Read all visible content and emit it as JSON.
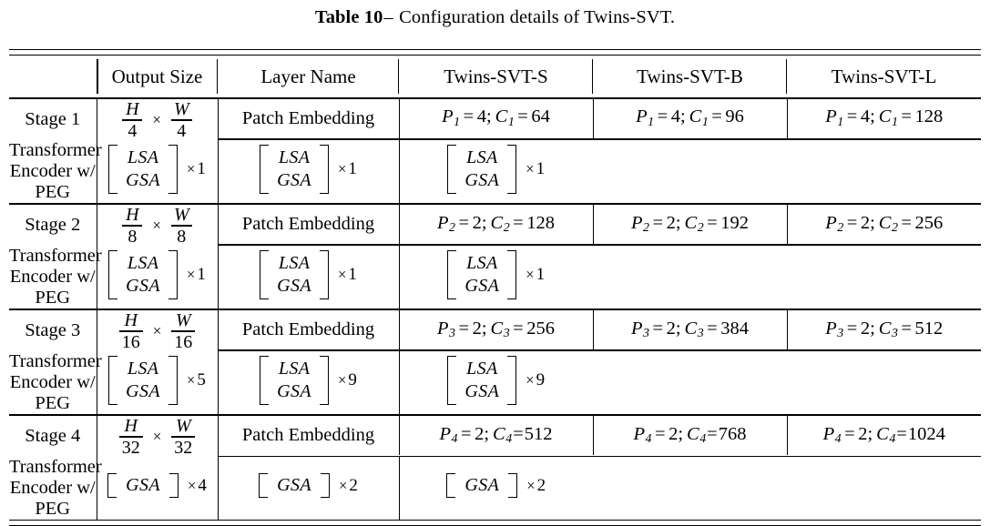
{
  "caption": {
    "number": "Table 10",
    "dash": "–",
    "text": "Configuration details of Twins-SVT."
  },
  "table": {
    "headers": {
      "stage": "",
      "output_size": "Output Size",
      "layer_name": "Layer Name",
      "models": [
        "Twins-SVT-S",
        "Twins-SVT-B",
        "Twins-SVT-L"
      ]
    },
    "layer_labels": {
      "patch_embedding": "Patch Embedding",
      "transformer_line1": "Transformer",
      "transformer_line2": "Encoder w/ PEG"
    },
    "symbols": {
      "times": "×",
      "equals": "=",
      "semicolon": ";",
      "patch_var": "P",
      "channel_var": "C",
      "height_var": "H",
      "width_var": "W",
      "lsa": "LSA",
      "gsa": "GSA"
    },
    "stages": [
      {
        "name": "Stage 1",
        "index": "1",
        "output_size": {
          "h_num": "H",
          "h_den": "4",
          "w_num": "W",
          "w_den": "4"
        },
        "patch_embedding": [
          {
            "patch": "4",
            "channels": "64"
          },
          {
            "patch": "4",
            "channels": "96"
          },
          {
            "patch": "4",
            "channels": "128"
          }
        ],
        "blocks": [
          {
            "attn": [
              "LSA",
              "GSA"
            ],
            "repeat": "1"
          },
          {
            "attn": [
              "LSA",
              "GSA"
            ],
            "repeat": "1"
          },
          {
            "attn": [
              "LSA",
              "GSA"
            ],
            "repeat": "1"
          }
        ]
      },
      {
        "name": "Stage 2",
        "index": "2",
        "output_size": {
          "h_num": "H",
          "h_den": "8",
          "w_num": "W",
          "w_den": "8"
        },
        "patch_embedding": [
          {
            "patch": "2",
            "channels": "128"
          },
          {
            "patch": "2",
            "channels": "192"
          },
          {
            "patch": "2",
            "channels": "256"
          }
        ],
        "blocks": [
          {
            "attn": [
              "LSA",
              "GSA"
            ],
            "repeat": "1"
          },
          {
            "attn": [
              "LSA",
              "GSA"
            ],
            "repeat": "1"
          },
          {
            "attn": [
              "LSA",
              "GSA"
            ],
            "repeat": "1"
          }
        ]
      },
      {
        "name": "Stage 3",
        "index": "3",
        "output_size": {
          "h_num": "H",
          "h_den": "16",
          "w_num": "W",
          "w_den": "16"
        },
        "patch_embedding": [
          {
            "patch": "2",
            "channels": "256"
          },
          {
            "patch": "2",
            "channels": "384"
          },
          {
            "patch": "2",
            "channels": "512"
          }
        ],
        "blocks": [
          {
            "attn": [
              "LSA",
              "GSA"
            ],
            "repeat": "5"
          },
          {
            "attn": [
              "LSA",
              "GSA"
            ],
            "repeat": "9"
          },
          {
            "attn": [
              "LSA",
              "GSA"
            ],
            "repeat": "9"
          }
        ]
      },
      {
        "name": "Stage 4",
        "index": "4",
        "output_size": {
          "h_num": "H",
          "h_den": "32",
          "w_num": "W",
          "w_den": "32"
        },
        "patch_embedding": [
          {
            "patch": "2",
            "channels": "512"
          },
          {
            "patch": "2",
            "channels": "768"
          },
          {
            "patch": "2",
            "channels": "1024"
          }
        ],
        "blocks": [
          {
            "attn": [
              "GSA"
            ],
            "repeat": "4"
          },
          {
            "attn": [
              "GSA"
            ],
            "repeat": "2"
          },
          {
            "attn": [
              "GSA"
            ],
            "repeat": "2"
          }
        ]
      }
    ]
  }
}
